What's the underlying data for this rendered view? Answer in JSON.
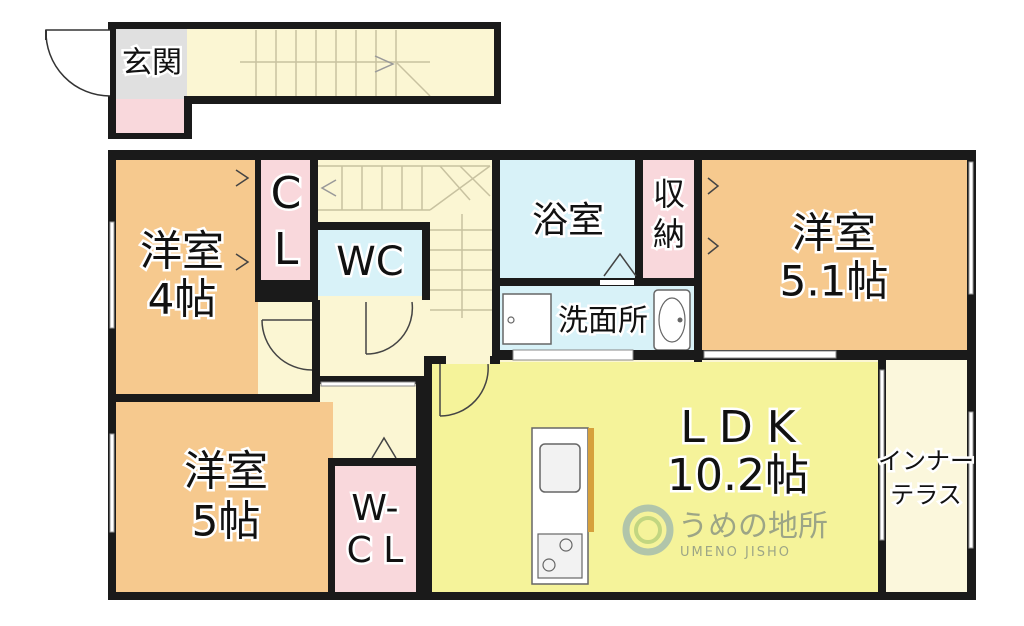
{
  "rooms": {
    "entrance": "玄関",
    "closet_cl": [
      "C",
      "L"
    ],
    "wc": "WC",
    "bath": "浴室",
    "storage": [
      "収",
      "納"
    ],
    "washroom": "洗面所",
    "western_4": [
      "洋室",
      "4帖"
    ],
    "western_5": [
      "洋室",
      "5帖"
    ],
    "western_51": [
      "洋室",
      "5.1帖"
    ],
    "wcl": [
      "W-",
      "C L"
    ],
    "ldk": [
      "L D K",
      "10.2帖"
    ],
    "inner_terrace": [
      "インナー",
      "テラス"
    ]
  },
  "watermark": {
    "brand": "うめの地所",
    "roman": "UMENO JISHO"
  },
  "colors": {
    "wall": "#1a1a1a",
    "western_room": "#f6c98e",
    "ldk": "#f5f39a",
    "hall": "#fbf6d3",
    "wet_area": "#d8f2f8",
    "closet": "#f9d8dc",
    "terrace": "#fbf7dc",
    "entrance_floor": "#e0e0e0"
  }
}
